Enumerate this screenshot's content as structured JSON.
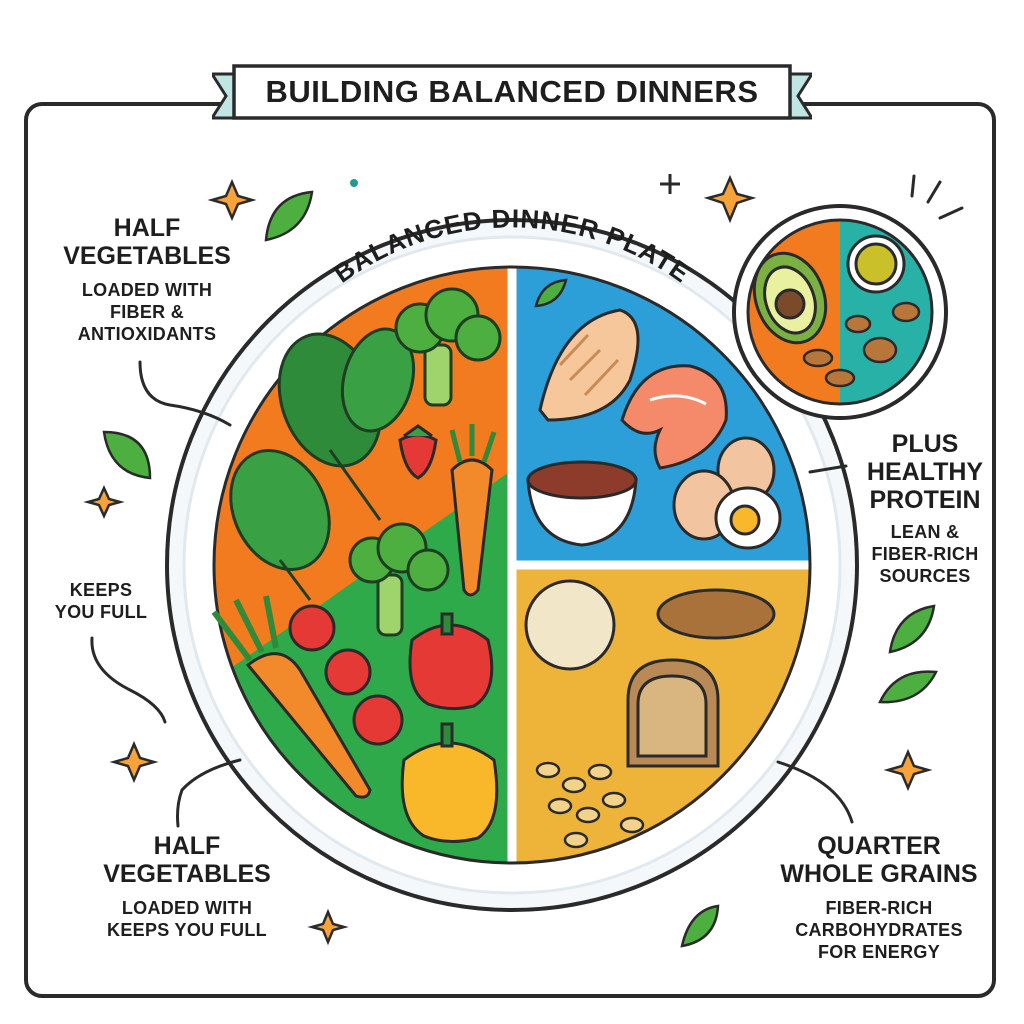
{
  "banner": {
    "title": "BUILDING BALANCED DINNERS"
  },
  "plate": {
    "title": "BALANCED DINNER PLATE"
  },
  "labels": {
    "top_left": {
      "head_1": "HALF",
      "head_2": "VEGETABLES",
      "sub_1": "LOADED WITH",
      "sub_2": "FIBER &",
      "sub_3": "ANTIOXIDANTS"
    },
    "middle_left": {
      "line_1": "KEEPS",
      "line_2": "YOU FULL"
    },
    "bottom_left": {
      "head_1": "HALF",
      "head_2": "VEGETABLES",
      "sub_1": "LOADED WITH",
      "sub_2": "KEEPS YOU FULL"
    },
    "right_protein": {
      "head_1": "PLUS",
      "head_2": "HEALTHY",
      "head_3": "PROTEIN",
      "sub_1": "LEAN &",
      "sub_2": "FIBER-RICH",
      "sub_3": "SOURCES"
    },
    "bottom_right": {
      "head_1": "QUARTER",
      "head_2": "WHOLE GRAINS",
      "sub_1": "FIBER-RICH",
      "sub_2": "CARBOHYDRATES",
      "sub_3": "FOR ENERGY"
    }
  },
  "colors": {
    "vegetables_orange": "#f27a1f",
    "vegetables_green": "#2eaa4a",
    "protein_blue": "#2c9fd8",
    "grains_yellow": "#eeb43a",
    "banner_teal": "#bfe6e2",
    "outline": "#2a2a2a"
  },
  "icons": [
    "sparkle-icon",
    "leaf-icon",
    "plus-icon",
    "avocado-icon",
    "oil-bowl-icon",
    "nuts-icon"
  ]
}
